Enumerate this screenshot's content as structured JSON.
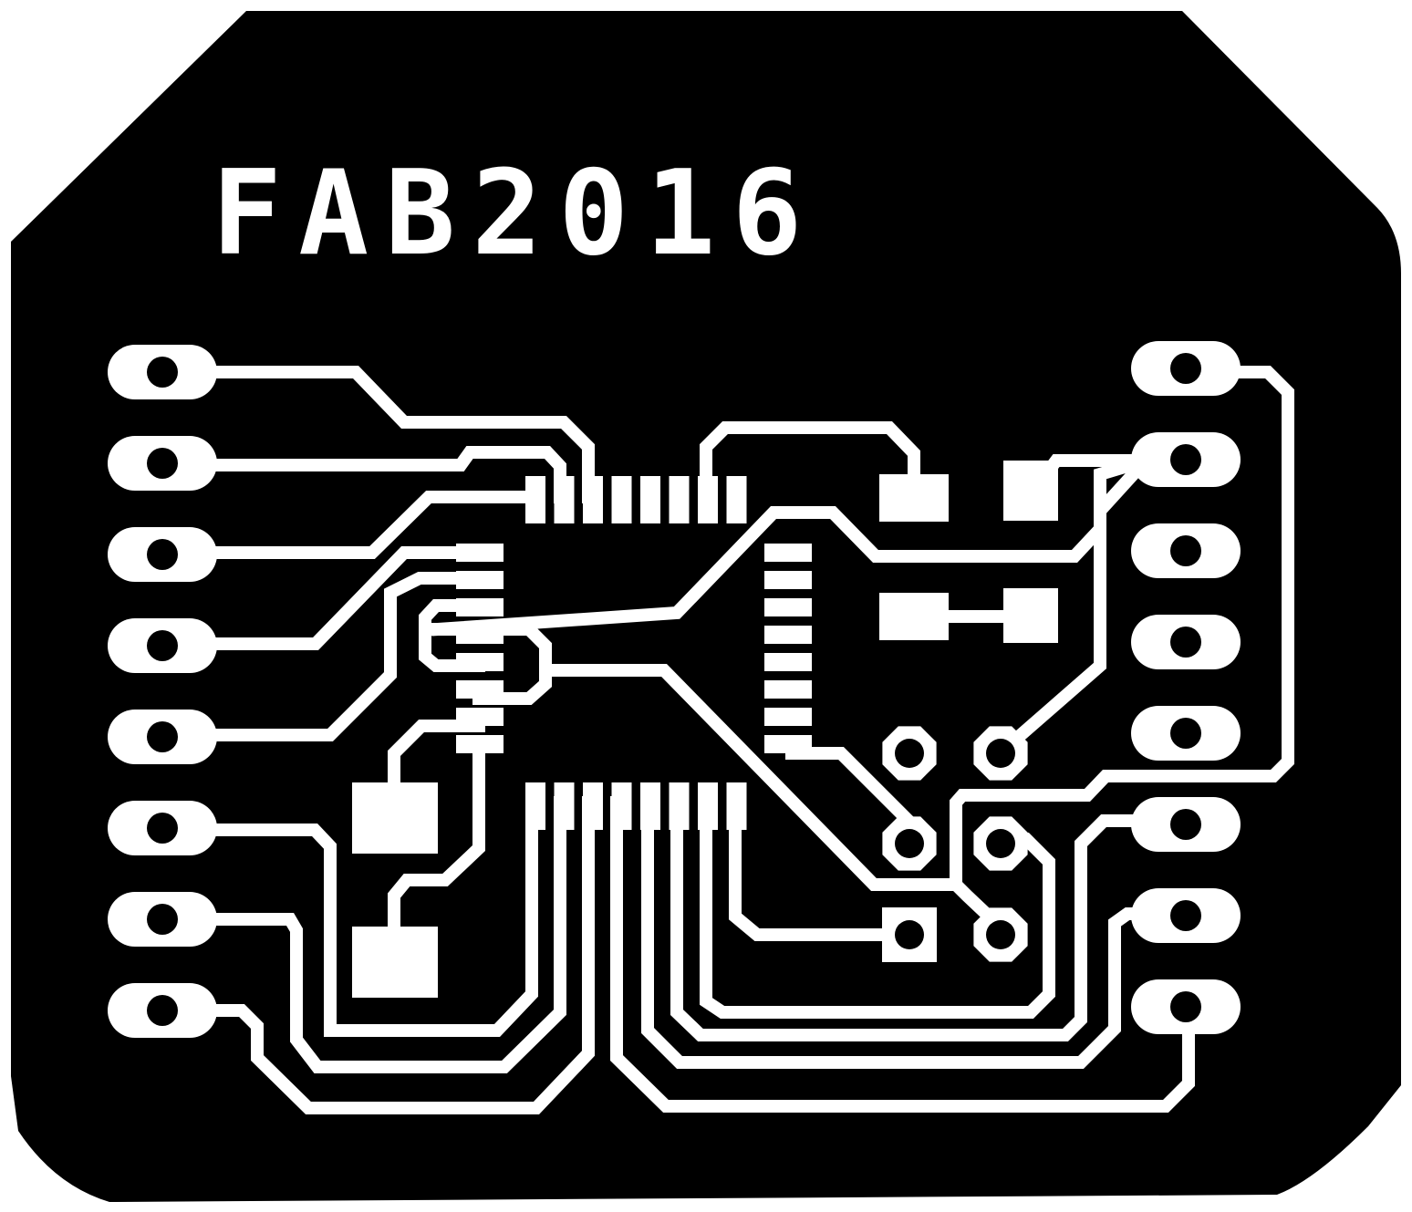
{
  "board": {
    "silkscreen_text": "FAB2016",
    "colors": {
      "substrate": "#000000",
      "copper": "#ffffff",
      "background": "#ffffff"
    }
  },
  "components": {
    "left_header": {
      "pin_count": 8
    },
    "right_header": {
      "pin_count": 8
    },
    "qfp_chip": {
      "top_pins": 8,
      "bottom_pins": 8,
      "left_pins": 8,
      "right_pins": 8
    },
    "smd_pads": {
      "count": 6
    },
    "through_holes": {
      "count": 6
    }
  }
}
